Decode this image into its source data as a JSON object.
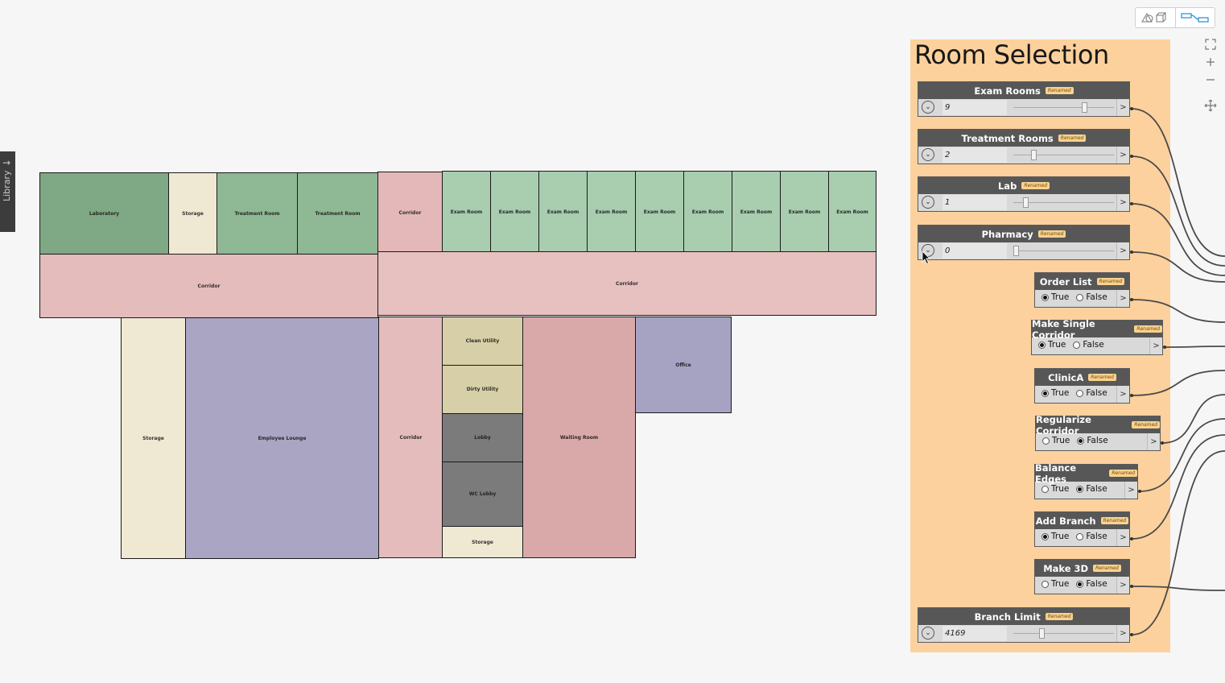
{
  "library_tab": {
    "label": "Library",
    "arrow": "→"
  },
  "group": {
    "title": "Room Selection",
    "color": "#fdd09a"
  },
  "nodes": [
    {
      "title": "Exam Rooms",
      "badge": "Renamed",
      "kind": "slider",
      "value": "9",
      "fraction": 0.72
    },
    {
      "title": "Treatment Rooms",
      "badge": "Renamed",
      "kind": "slider",
      "value": "2",
      "fraction": 0.19
    },
    {
      "title": "Lab",
      "badge": "Renamed",
      "kind": "slider",
      "value": "1",
      "fraction": 0.1
    },
    {
      "title": "Pharmacy",
      "badge": "Renamed",
      "kind": "slider",
      "value": "0",
      "fraction": 0.0
    },
    {
      "title": "Order List",
      "badge": "Renamed",
      "kind": "bool",
      "true_label": "True",
      "false_label": "False",
      "selected": "True"
    },
    {
      "title": "Make Single Corridor",
      "badge": "Renamed",
      "kind": "bool",
      "true_label": "True",
      "false_label": "False",
      "selected": "True"
    },
    {
      "title": "ClinicA",
      "badge": "Renamed",
      "kind": "bool",
      "true_label": "True",
      "false_label": "False",
      "selected": "True"
    },
    {
      "title": "Regularize Corridor",
      "badge": "Renamed",
      "kind": "bool",
      "true_label": "True",
      "false_label": "False",
      "selected": "False"
    },
    {
      "title": "Balance Edges",
      "badge": "Renamed",
      "kind": "bool",
      "true_label": "True",
      "false_label": "False",
      "selected": "False"
    },
    {
      "title": "Add Branch",
      "badge": "Renamed",
      "kind": "bool",
      "true_label": "True",
      "false_label": "False",
      "selected": "True"
    },
    {
      "title": "Make 3D",
      "badge": "Renamed",
      "kind": "bool",
      "true_label": "True",
      "false_label": "False",
      "selected": "False"
    },
    {
      "title": "Branch Limit",
      "badge": "Renamed",
      "kind": "slider",
      "value": "4169",
      "fraction": 0.27
    }
  ],
  "port_glyph": ">",
  "chevron_glyph": "⌄",
  "rooms": [
    {
      "label": "Laboratory",
      "color": "#7fa884"
    },
    {
      "label": "Storage",
      "color": "#efe8d2"
    },
    {
      "label": "Treatment Room",
      "color": "#8fb895"
    },
    {
      "label": "Treatment Room",
      "color": "#8fb895"
    },
    {
      "label": "Corridor",
      "color": "#e4b8b8"
    },
    {
      "label": "Exam Room",
      "color": "#a9cdaf"
    },
    {
      "label": "Exam Room",
      "color": "#a9cdaf"
    },
    {
      "label": "Exam Room",
      "color": "#a9cdaf"
    },
    {
      "label": "Exam Room",
      "color": "#a9cdaf"
    },
    {
      "label": "Exam Room",
      "color": "#a9cdaf"
    },
    {
      "label": "Exam Room",
      "color": "#a9cdaf"
    },
    {
      "label": "Exam Room",
      "color": "#a9cdaf"
    },
    {
      "label": "Exam Room",
      "color": "#a9cdaf"
    },
    {
      "label": "Exam Room",
      "color": "#a9cdaf"
    },
    {
      "label": "Corridor",
      "color": "#e4bcbc"
    },
    {
      "label": "Corridor",
      "color": "#e7c0c0"
    },
    {
      "label": "Storage",
      "color": "#efe8d2"
    },
    {
      "label": "Employee Lounge",
      "color": "#a9a5c2"
    },
    {
      "label": "Corridor",
      "color": "#e4bcbc"
    },
    {
      "label": "Clean Utility",
      "color": "#d6cfa8"
    },
    {
      "label": "Dirty Utility",
      "color": "#d6cfa8"
    },
    {
      "label": "Lobby",
      "color": "#7b7b7b"
    },
    {
      "label": "WC Lobby",
      "color": "#7b7b7b"
    },
    {
      "label": "Storage",
      "color": "#efe8d2"
    },
    {
      "label": "Waiting Room",
      "color": "#d9a9a9"
    },
    {
      "label": "Office",
      "color": "#a6a2c2"
    }
  ],
  "icons": {
    "view_3d": "cube-icon",
    "view_graph": "graph-icon",
    "zoom_fit": "fit-view-icon",
    "zoom_in": "zoom-in-icon",
    "zoom_out": "zoom-out-icon",
    "pan": "pan-icon"
  }
}
